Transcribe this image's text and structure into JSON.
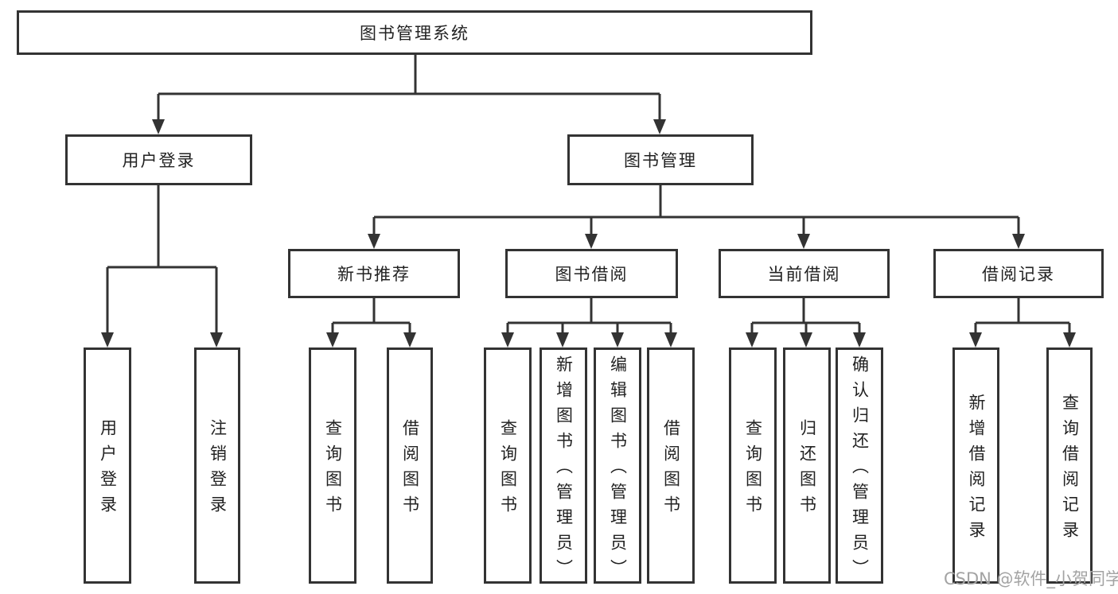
{
  "tree": {
    "label": "图书管理系统",
    "children": [
      {
        "label": "用户登录",
        "children": [
          {
            "label": "用户登录"
          },
          {
            "label": "注销登录"
          }
        ]
      },
      {
        "label": "图书管理",
        "children": [
          {
            "label": "新书推荐",
            "children": [
              {
                "label": "查询图书"
              },
              {
                "label": "借阅图书"
              }
            ]
          },
          {
            "label": "图书借阅",
            "children": [
              {
                "label": "查询图书"
              },
              {
                "label": "新增图书（管理员）"
              },
              {
                "label": "编辑图书（管理员）"
              },
              {
                "label": "借阅图书"
              }
            ]
          },
          {
            "label": "当前借阅",
            "children": [
              {
                "label": "查询图书"
              },
              {
                "label": "归还图书"
              },
              {
                "label": "确认归还（管理员）"
              }
            ]
          },
          {
            "label": "借阅记录",
            "children": [
              {
                "label": "新增借阅记录"
              },
              {
                "label": "查询借阅记录"
              }
            ]
          }
        ]
      }
    ]
  },
  "watermark": {
    "text": "CSDN @软件_小贺同学"
  },
  "colors": {
    "line": "#333333",
    "box_border": "#333333",
    "text": "#222222",
    "watermark": "#a3a3a3",
    "background": "#ffffff"
  }
}
